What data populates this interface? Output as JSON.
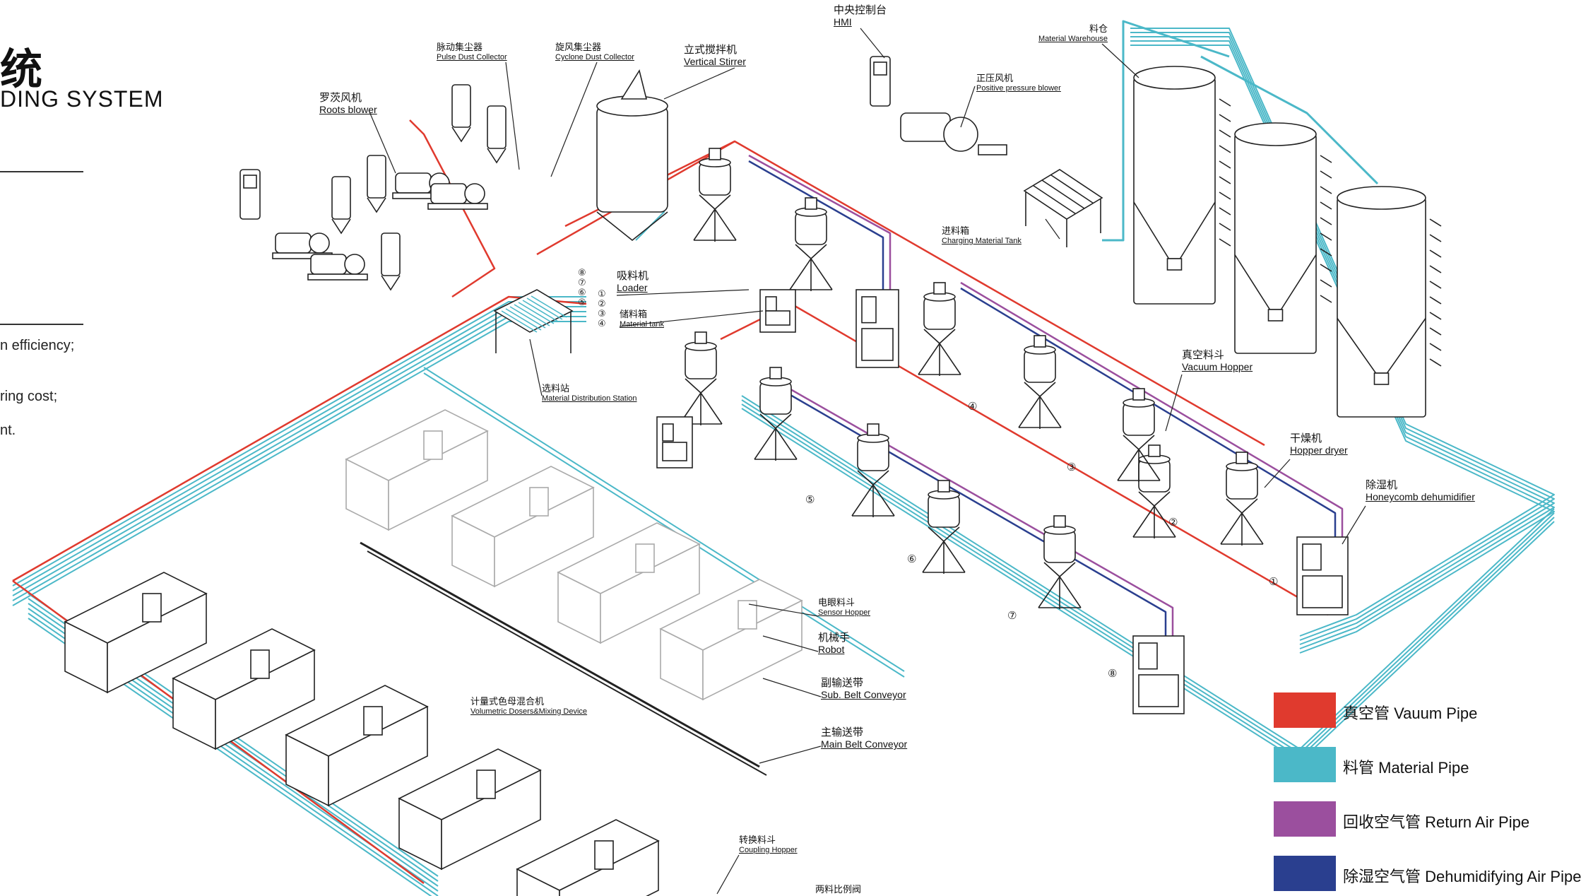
{
  "header": {
    "title_cn": "统",
    "title_en": "DING SYSTEM"
  },
  "bullets": [
    "n efficiency;",
    "ring cost;",
    "nt."
  ],
  "labels": {
    "hmi": {
      "cn": "中央控制台",
      "en": "HMI"
    },
    "warehouse": {
      "cn": "料仓",
      "en": "Material Warehouse"
    },
    "pulse_dust": {
      "cn": "脉动集尘器",
      "en": "Pulse Dust Collector"
    },
    "cyclone_dust": {
      "cn": "旋风集尘器",
      "en": "Cyclone Dust Collector"
    },
    "stirrer": {
      "cn": "立式搅拌机",
      "en": "Vertical Stirrer"
    },
    "roots": {
      "cn": "罗茨风机",
      "en": "Roots blower"
    },
    "pos_blower": {
      "cn": "正压风机",
      "en": "Positive pressure blower"
    },
    "charging_tank": {
      "cn": "进料箱",
      "en": "Charging Material Tank"
    },
    "loader": {
      "cn": "吸料机",
      "en": "Loader"
    },
    "material_tank": {
      "cn": "储料箱",
      "en": "Material tank"
    },
    "distribution": {
      "cn": "选料站",
      "en": "Material Distribution Station"
    },
    "vacuum_hopper": {
      "cn": "真空料斗",
      "en": "Vacuum Hopper"
    },
    "hopper_dryer": {
      "cn": "干燥机",
      "en": "Hopper dryer"
    },
    "dehumidifier": {
      "cn": "除湿机",
      "en": "Honeycomb dehumidifier"
    },
    "sensor_hopper": {
      "cn": "电眼料斗",
      "en": "Sensor Hopper"
    },
    "robot": {
      "cn": "机械手",
      "en": "Robot"
    },
    "sub_belt": {
      "cn": "副输送带",
      "en": "Sub. Belt Conveyor"
    },
    "main_belt": {
      "cn": "主输送带",
      "en": "Main Belt Conveyor"
    },
    "dosers": {
      "cn": "计量式色母混合机",
      "en": "Volumetric Dosers&Mixing Device"
    },
    "coupling": {
      "cn": "转换料斗",
      "en": "Coupling Hopper"
    },
    "ratio_valve": {
      "cn": "两料比例阀"
    }
  },
  "station_numbers": [
    "⑧",
    "⑦",
    "⑥",
    "⑤",
    "①",
    "②",
    "③",
    "④"
  ],
  "dryer_numbers": [
    "①",
    "②",
    "③",
    "④",
    "⑤",
    "⑥",
    "⑦",
    "⑧"
  ],
  "legend": [
    {
      "text": "真空管 Vauum Pipe",
      "color": "#e03a2e"
    },
    {
      "text": "料管   Material Pipe",
      "color": "#4bb8c8"
    },
    {
      "text": "回收空气管  Return Air Pipe",
      "color": "#9b4f9e"
    },
    {
      "text": "除湿空气管  Dehumidifying Air Pipe",
      "color": "#2a3f8f"
    }
  ],
  "colors": {
    "vacuum": "#e03a2e",
    "material": "#4bb8c8",
    "return_air": "#9b4f9e",
    "dehumid_air": "#2a3f8f",
    "equipment": "#222222"
  }
}
